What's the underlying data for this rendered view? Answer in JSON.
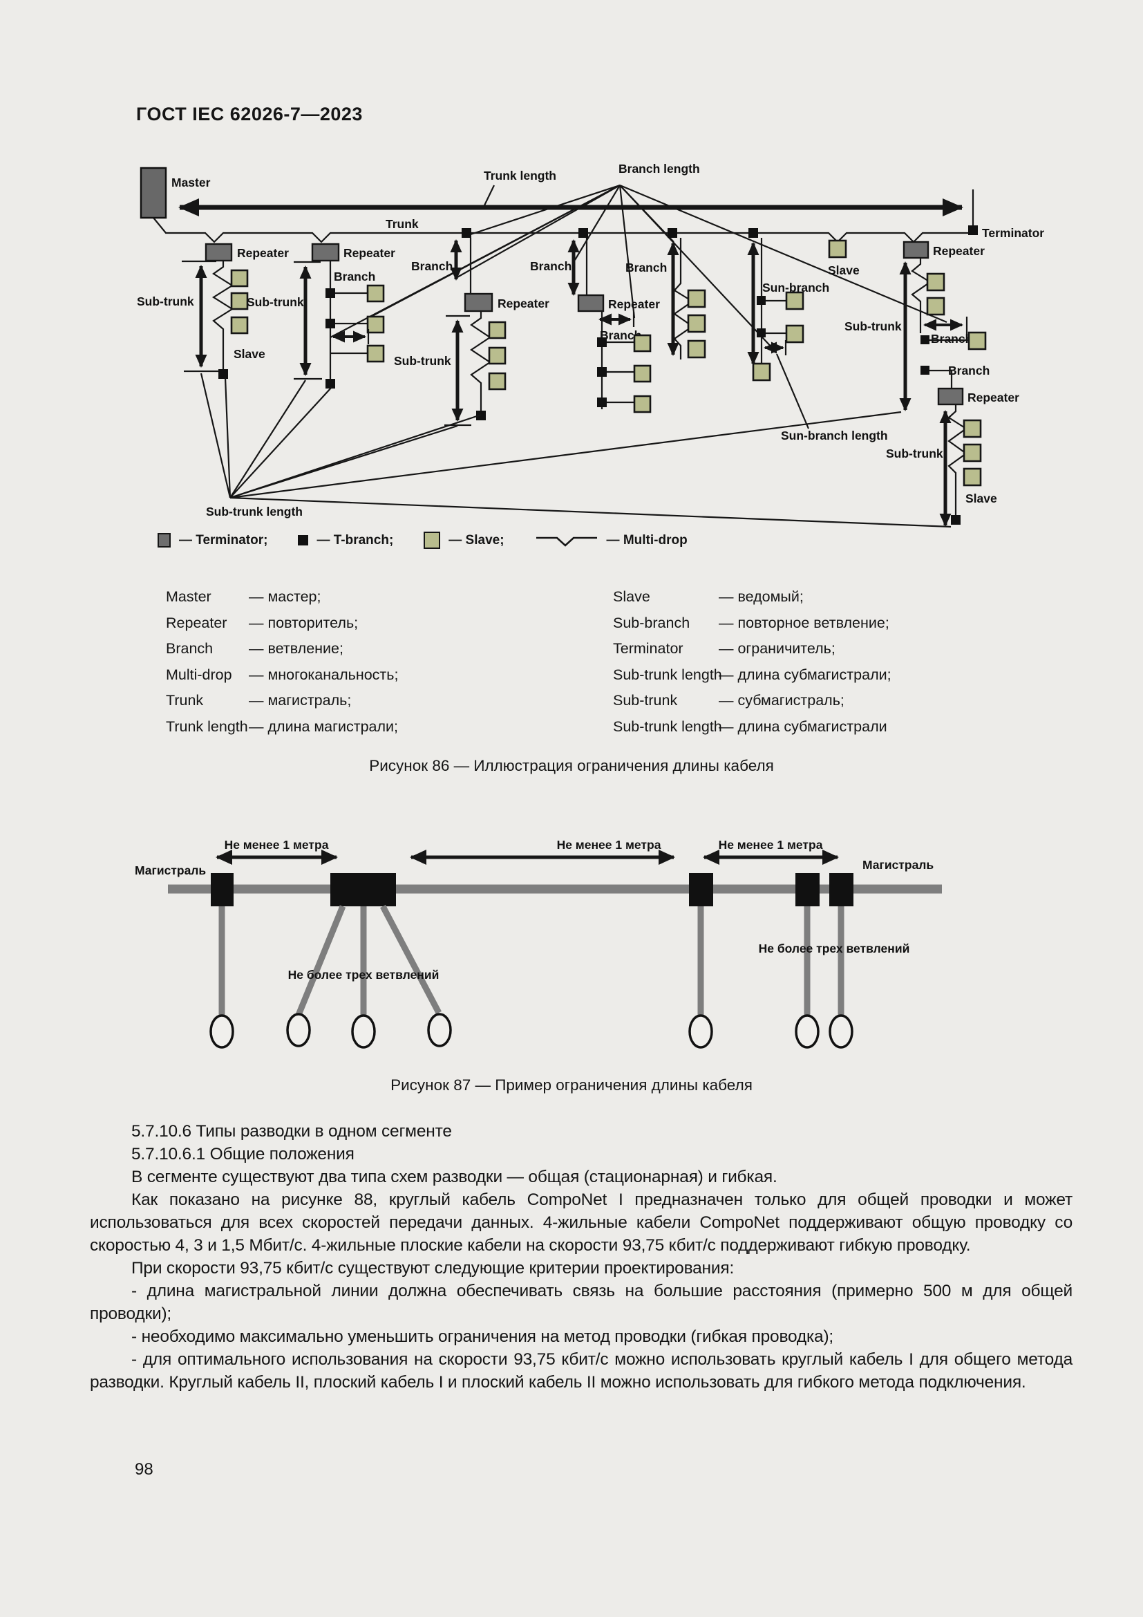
{
  "page": {
    "header": "ГОСТ IEC 62026-7—2023",
    "number": "98"
  },
  "figure86": {
    "caption": "Рисунок 86 — Иллюстрация ограничения длины кабеля",
    "labels": {
      "master": "Master",
      "trunk": "Trunk",
      "trunk_length": "Trunk length",
      "branch_length": "Branch length",
      "terminator": "Terminator",
      "repeater": "Repeater",
      "branch": "Branch",
      "sub_trunk": "Sub-trunk",
      "slave": "Slave",
      "sun_branch": "Sun-branch",
      "sun_branch_length": "Sun-branch length",
      "sub_trunk_length": "Sub-trunk length"
    },
    "legend": [
      {
        "symbol": "terminator-square",
        "label": "— Terminator;"
      },
      {
        "symbol": "t-branch-square",
        "label": "— T-branch;"
      },
      {
        "symbol": "slave-square",
        "label": "— Slave;"
      },
      {
        "symbol": "multi-drop-line",
        "label": "— Multi-drop"
      }
    ],
    "colors": {
      "device_gray": "#6e6e6e",
      "slave_green": "#b9bd8e",
      "line_black": "#161616"
    }
  },
  "glossary": {
    "left": [
      {
        "term": "Master",
        "def": "— мастер;"
      },
      {
        "term": "Repeater",
        "def": "— повторитель;"
      },
      {
        "term": "Branch",
        "def": "— ветвление;"
      },
      {
        "term": "Multi-drop",
        "def": "— многоканальность;"
      },
      {
        "term": "Trunk",
        "def": "— магистраль;"
      },
      {
        "term": "Trunk length",
        "def": "— длина магистрали;"
      }
    ],
    "right": [
      {
        "term": "Slave",
        "def": "— ведомый;"
      },
      {
        "term": "Sub-branch",
        "def": "— повторное ветвление;"
      },
      {
        "term": "Terminator",
        "def": "— ограничитель;"
      },
      {
        "term": "Sub-trunk length",
        "def": "— длина субмагистрали;"
      },
      {
        "term": "Sub-trunk",
        "def": "— субмагистраль;"
      },
      {
        "term": "Sub-trunk length",
        "def": "— длина субмагистрали"
      }
    ]
  },
  "figure87": {
    "caption": "Рисунок 87 — Пример ограничения длины кабеля",
    "trunk_label": "Магистраль",
    "min_length_label": "Не менее 1 метра",
    "max_branches_label": "Не более трех ветвлений",
    "colors": {
      "trunk_gray": "#7e7e7e",
      "tap_black": "#111111"
    }
  },
  "content": {
    "heading1": "5.7.10.6 Типы разводки в одном сегменте",
    "heading2": "5.7.10.6.1 Общие положения",
    "p1": "В сегменте существуют два типа схем разводки — общая (стационарная) и гибкая.",
    "p2": "Как показано на рисунке 88, круглый кабель CompoNet I предназначен только для общей проводки и может использоваться для всех скоростей передачи данных. 4-жильные кабели CompoNet поддерживают общую проводку со скоростью 4, 3 и 1,5 Мбит/с. 4-жильные плоские кабели на скорости 93,75 кбит/с поддерживают гибкую проводку.",
    "p3": "При скорости 93,75 кбит/с существуют следующие критерии проектирования:",
    "p4": "- длина магистральной линии должна обеспечивать связь на большие расстояния (примерно 500 м для общей проводки);",
    "p5": "- необходимо максимально уменьшить ограничения на метод проводки (гибкая проводка);",
    "p6": "- для оптимального использования на скорости 93,75 кбит/с можно использовать круглый кабель I для общего метода разводки. Круглый кабель II, плоский кабель I и плоский кабель II можно использовать для гибкого метода подключения."
  }
}
